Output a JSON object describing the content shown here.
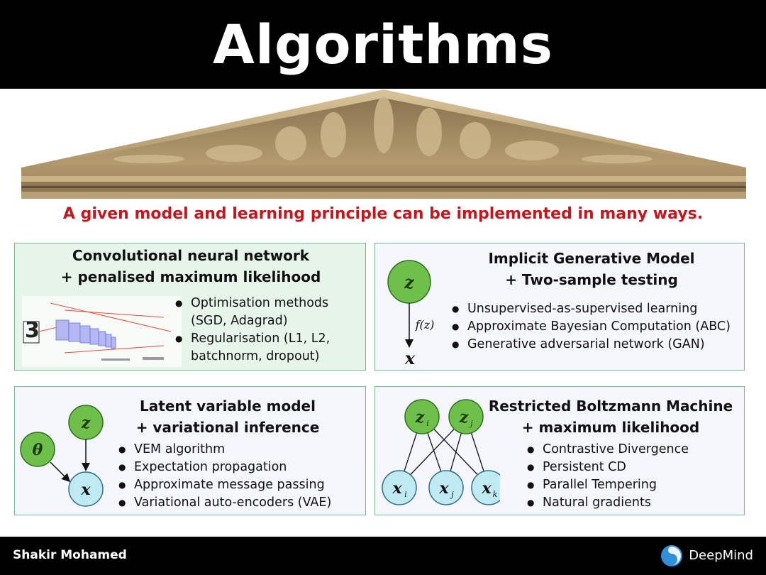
{
  "header": {
    "title": "Algorithms"
  },
  "tagline": "A given model and learning principle can be implemented in many ways.",
  "panels": [
    {
      "title_line1": "Convolutional neural network",
      "title_line2": "+ penalised maximum likelihood",
      "bullets": [
        "Optimisation methods",
        "(SGD,  Adagrad)",
        "Regularisation (L1, L2,",
        "batchnorm, dropout)"
      ],
      "digit": "3",
      "color": "#e6f4ea"
    },
    {
      "title_line1": "Implicit Generative Model",
      "title_line2": "+ Two-sample testing",
      "bullets": [
        "Unsupervised-as-supervised learning",
        "Approximate Bayesian Computation (ABC)",
        "Generative adversarial network (GAN)"
      ],
      "diagram": {
        "z": "z",
        "f": "f(z)",
        "x": "x"
      }
    },
    {
      "title_line1": "Latent variable model",
      "title_line2": "+ variational inference",
      "bullets": [
        "VEM algorithm",
        "Expectation propagation",
        "Approximate message passing",
        "Variational auto-encoders (VAE)"
      ],
      "diagram": {
        "z": "z",
        "theta": "θ",
        "x": "x"
      }
    },
    {
      "title_line1": "Restricted Boltzmann Machine",
      "title_line2": "+ maximum likelihood",
      "bullets": [
        "Contrastive Divergence",
        "Persistent CD",
        "Parallel Tempering",
        "Natural gradients"
      ],
      "diagram": {
        "z": "z",
        "x": "x",
        "sub_i": "i",
        "sub_j": "j",
        "sub_k": "k"
      }
    }
  ],
  "footer": {
    "author": "Shakir Mohamed",
    "brand": "DeepMind"
  },
  "colors": {
    "node_green": "#6fc04b",
    "node_cyan": "#bfeaf3",
    "panel_border": "#7ab89a",
    "accent_red": "#c4161c"
  }
}
